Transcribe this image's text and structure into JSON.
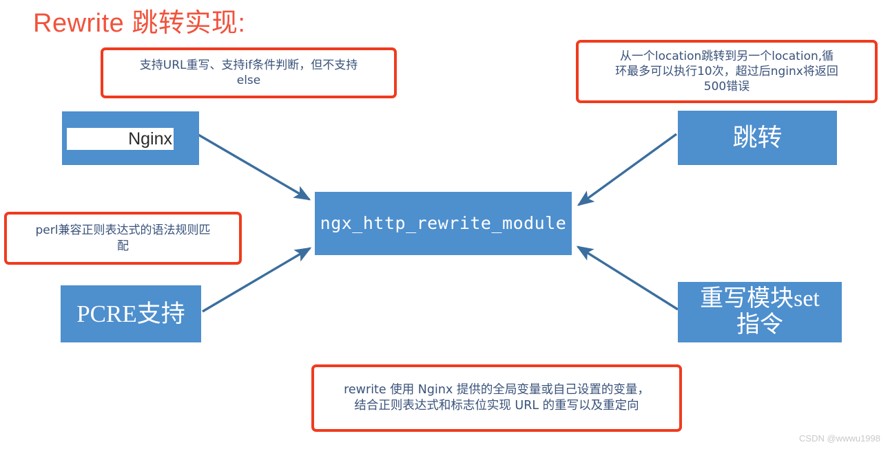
{
  "page": {
    "title": "Rewrite 跳转实现:",
    "title_color": "#f1523c",
    "background": "#ffffff",
    "watermark": "CSDN @wwwu1998"
  },
  "palette": {
    "box_blue": "#4e8fce",
    "callout_border_red": "#f03b1e",
    "callout_text_blue": "#39527a",
    "arrow_blue": "#3b6e9e",
    "nginx_strip_bg": "#ffffff",
    "nginx_strip_text": "#2b2b2b"
  },
  "boxes": {
    "nginx": {
      "label": "Nginx"
    },
    "pcre": {
      "label": "PCRE支持"
    },
    "module": {
      "label": "ngx_http_rewrite_module"
    },
    "jump": {
      "label": "跳转"
    },
    "set_directive": {
      "label": "重写模块set\n指令"
    }
  },
  "callouts": {
    "url_rewrite": {
      "text": "支持URL重写、支持if条件判断，但不支持\nelse"
    },
    "loop_limit": {
      "text": "从一个location跳转到另一个location,循\n环最多可以执行10次，超过后nginx将返回\n500错误"
    },
    "perl_regex": {
      "text": "perl兼容正则表达式的语法规则匹\n配"
    },
    "rewrite_desc": {
      "text": "rewrite 使用 Nginx 提供的全局变量或自己设置的变量，\n结合正则表达式和标志位实现 URL 的重写以及重定向"
    }
  },
  "arrows": [
    {
      "name": "nginx-to-module",
      "from": "nginx",
      "to": "module",
      "direction": "down-right"
    },
    {
      "name": "pcre-to-module",
      "from": "pcre",
      "to": "module",
      "direction": "up-right"
    },
    {
      "name": "jump-to-module",
      "from": "jump",
      "to": "module",
      "direction": "down-left"
    },
    {
      "name": "set-directive-to-module",
      "from": "set_directive",
      "to": "module",
      "direction": "up-left"
    }
  ]
}
